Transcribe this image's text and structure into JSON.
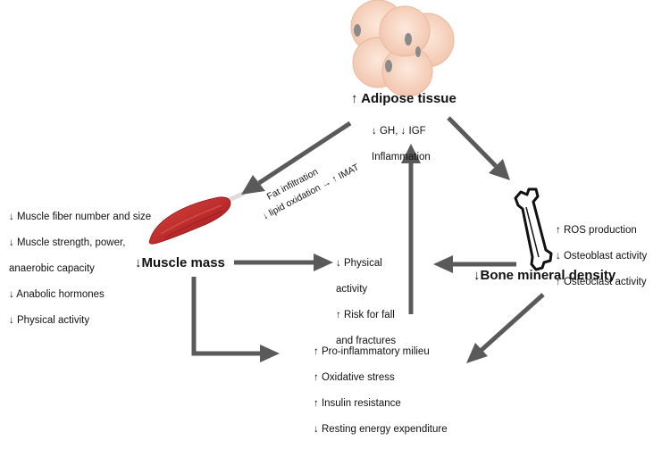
{
  "nodes": {
    "adipose": {
      "title": "↑ Adipose tissue",
      "notes": [
        "↓ GH, ↓ IGF",
        "Inflammation"
      ]
    },
    "muscle": {
      "title": "↓Muscle mass",
      "notes": [
        "↓ Muscle fiber number and size",
        "↓ Muscle strength, power,",
        "anaerobic capacity",
        "↓ Anabolic hormones",
        "↓ Physical activity"
      ]
    },
    "bone": {
      "title": "↓Bone mineral density",
      "notes": [
        "↑ ROS production",
        "↓ Osteoblast activity",
        "↑ Osteoclast activity"
      ]
    },
    "physical": {
      "notes": [
        "↓ Physical",
        "activity",
        "↑ Risk for fall",
        "and fractures"
      ]
    },
    "bottom": {
      "notes": [
        "↑ Pro-inflammatory milieu",
        "↑ Oxidative stress",
        "↑ Insulin resistance",
        "↓ Resting energy expenditure"
      ]
    }
  },
  "edge_labels": {
    "fat_infiltration": "Fat infiltration",
    "lipid_oxidation": "↓ lipid oxidation → ↑ IMAT"
  },
  "icons": {
    "adipose": "adipose-cells-icon",
    "muscle": "muscle-icon",
    "bone": "bone-icon"
  },
  "colors": {
    "arrow": "#5a5a5a",
    "muscle": "#c0302c",
    "fat_cell": "#f6d3c0",
    "nucleus": "#8a8a8a"
  }
}
